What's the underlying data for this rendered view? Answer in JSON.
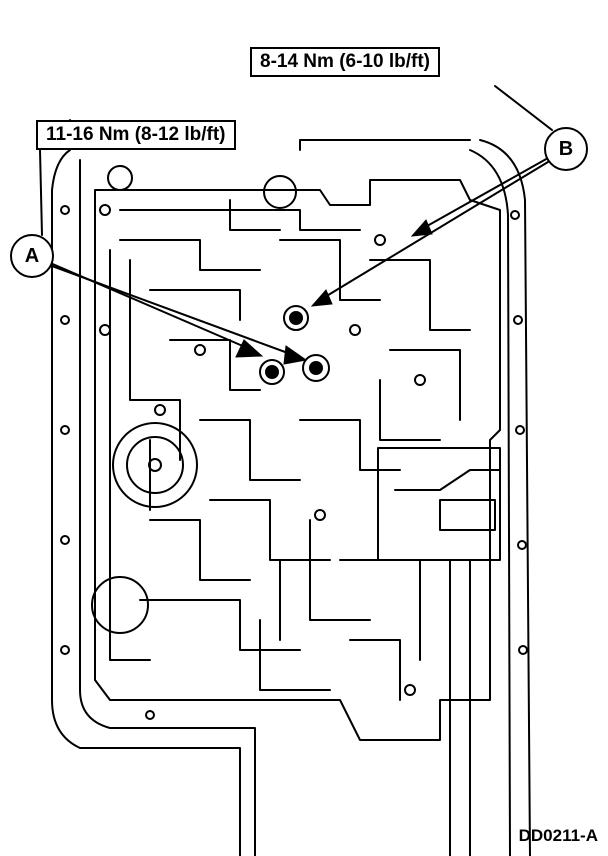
{
  "callouts": {
    "a": {
      "letter": "A",
      "torque": "11-16 Nm (8-12 lb/ft)"
    },
    "b": {
      "letter": "B",
      "torque": "8-14 Nm (6-10 lb/ft)"
    }
  },
  "figure_id": "DD0211-A"
}
